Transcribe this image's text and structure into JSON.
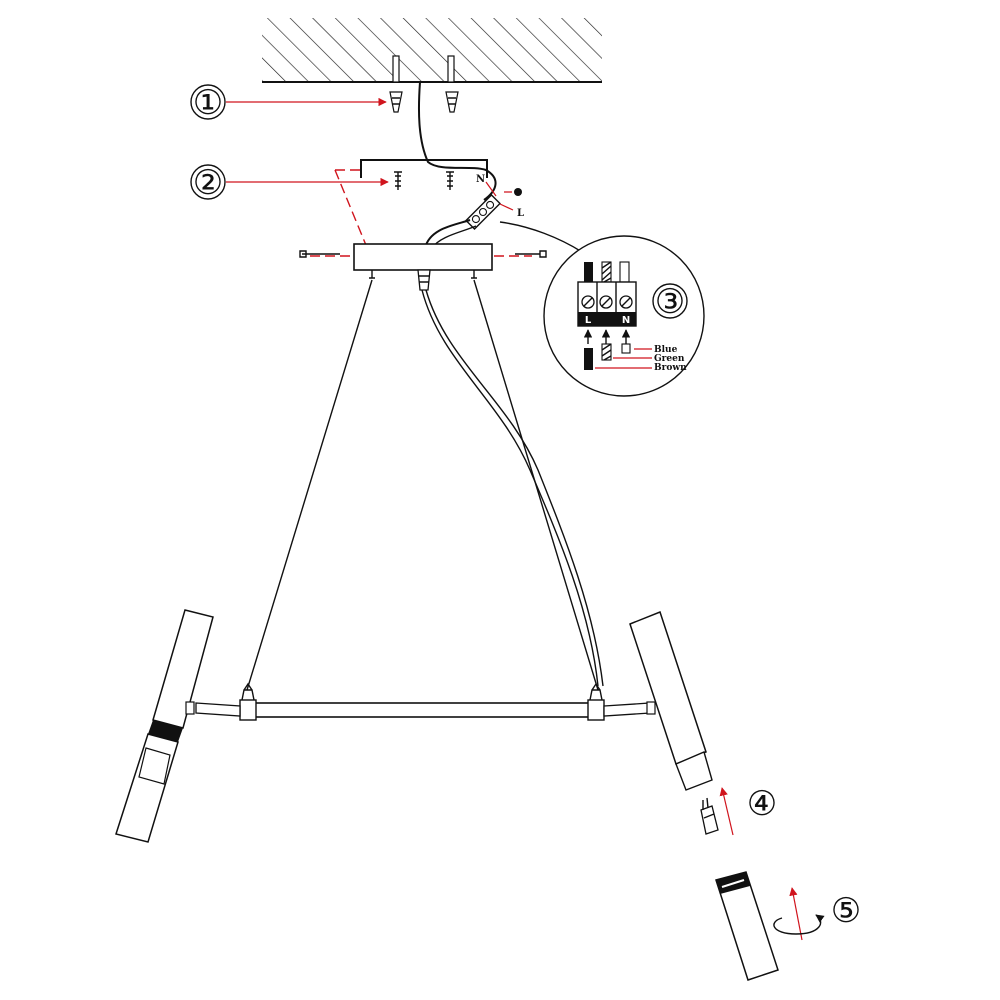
{
  "callouts": {
    "step1": "①",
    "step2": "②",
    "step3": "③",
    "step4": "④",
    "step5": "⑤"
  },
  "wiring": {
    "n_mark": "N",
    "l_mark": "L",
    "terminal_labels": [
      "L",
      "",
      "N"
    ],
    "wire_labels": [
      "Blue",
      "Green",
      "Brown"
    ]
  },
  "colors": {
    "arrow": "#d0141d",
    "line": "#111111"
  }
}
